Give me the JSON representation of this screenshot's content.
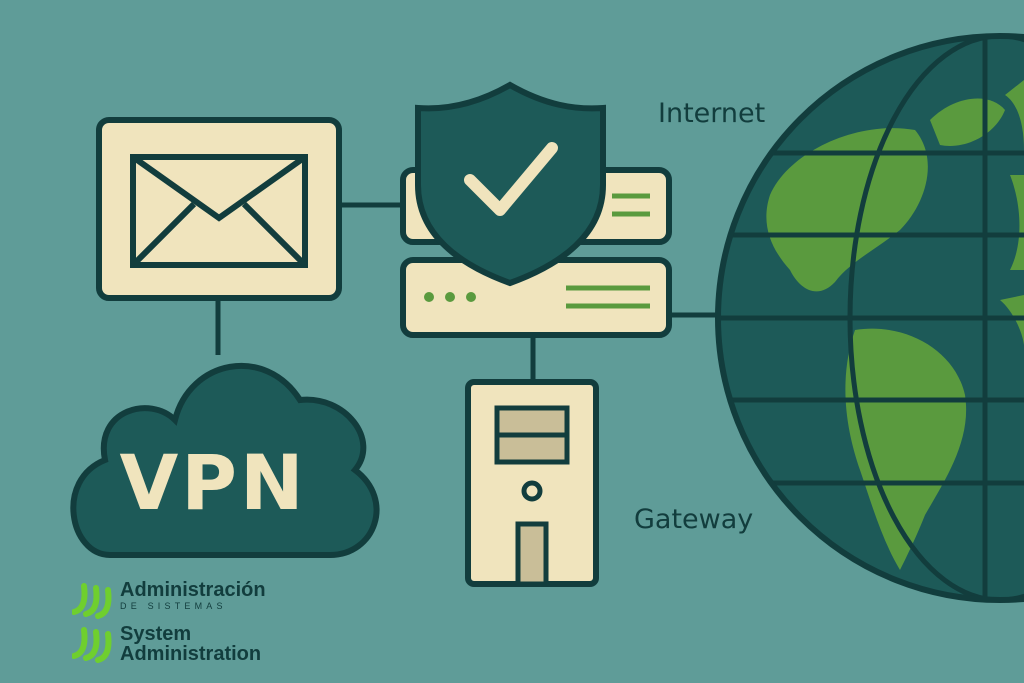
{
  "labels": {
    "internet": "Internet",
    "gateway": "Gateway",
    "vpn": "VPN"
  },
  "logo": {
    "line1": "Administración",
    "line1_sub": "DE SISTEMAS",
    "line2a": "System",
    "line2b": "Administration"
  },
  "icons": [
    "mail-icon",
    "vpn-cloud-icon",
    "shield-check-icon",
    "server-icon",
    "gateway-tower-icon",
    "globe-icon",
    "logo-mark-icon"
  ],
  "colors": {
    "background": "#5f9c98",
    "dark": "#123d3d",
    "cream": "#f0e4bd",
    "ocean": "#1d5a58",
    "land": "#5a9a3e",
    "logo_green": "#6fcf2e"
  }
}
